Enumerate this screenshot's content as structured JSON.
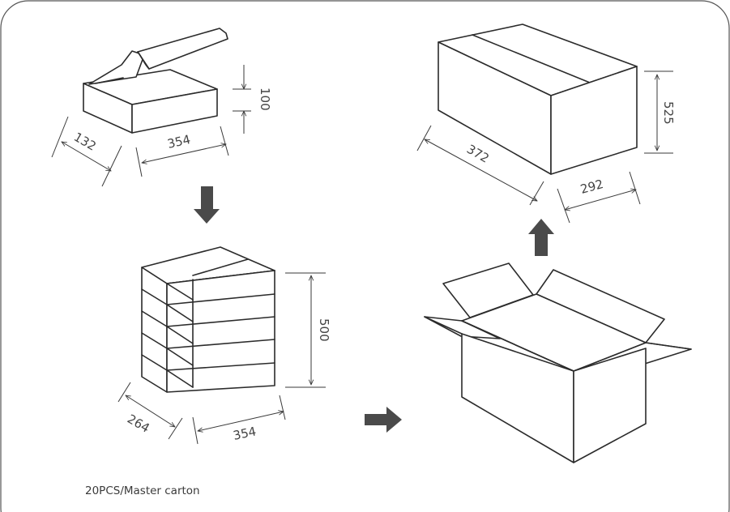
{
  "diagram": {
    "single_box": {
      "height": "100",
      "width": "132",
      "length": "354"
    },
    "stack": {
      "height": "500",
      "width": "264",
      "length": "354"
    },
    "master_carton": {
      "height": "525",
      "length": "372",
      "width": "292"
    },
    "caption": "20PCS/Master carton"
  },
  "colors": {
    "line": "#2b2b2b",
    "arrow": "#4a4a4a",
    "border": "#555555"
  }
}
